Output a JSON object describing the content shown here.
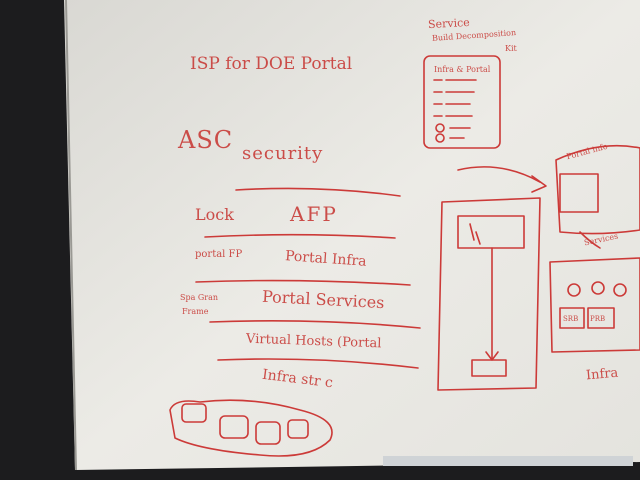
{
  "scene": {
    "description_colors": {
      "board": "#eae8e2",
      "ink": "#cc3a38",
      "frame": "#1c1c1e",
      "tray": "#cfd3d6"
    }
  },
  "board_text": {
    "title": "ISP for DOE Portal",
    "asc": "ASC",
    "security": "security",
    "lock": "Lock",
    "afp": "AFP",
    "left_row2": "portal FP",
    "portal_infra": "Portal Infra",
    "left_row3_a": "Spa Gran",
    "left_row3_b": "Frame",
    "portal_services": "Portal Services",
    "virtual": "Virtual Hosts (Portal",
    "infra": "Infra str c",
    "service_heading": "Service",
    "build_line": "Build Decomposition",
    "kit": "Kit",
    "panel_heading": "Infra & Portal",
    "right_note1": "Portal info",
    "right_note2": "Services",
    "right_note3": "Infra",
    "box_label_1": "SRB",
    "box_label_2": "PRB"
  }
}
